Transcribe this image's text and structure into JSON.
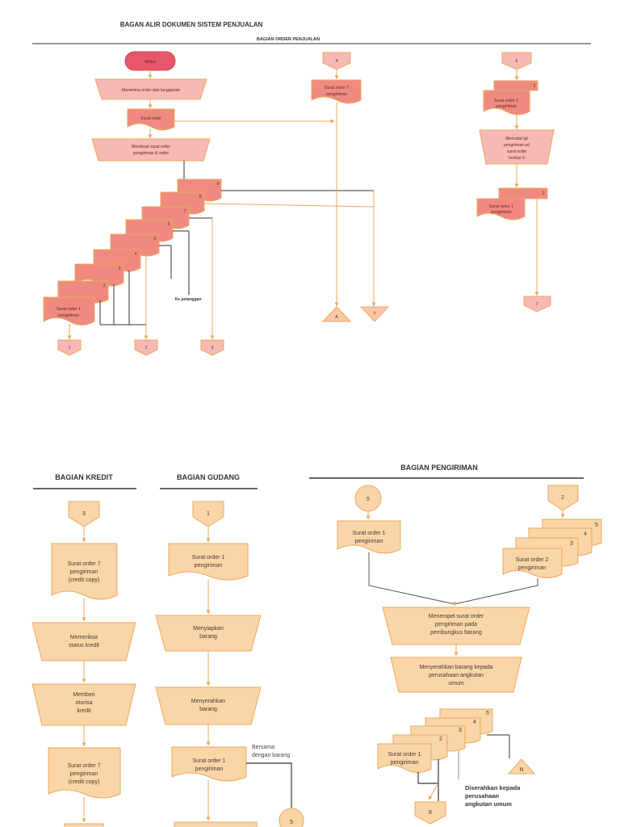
{
  "title": "BAGAN ALIR DOKUMEN SISTEM PENJUALAN",
  "sections": {
    "order": "BAGIAN ORDER PENJUALAN",
    "kredit": "BAGIAN KREDIT",
    "gudang": "BAGIAN GUDANG",
    "pengiriman": "BAGIAN PENGIRIMAN"
  },
  "order": {
    "start": "Mulai",
    "receive": "Menerima order dari langganan",
    "doc": "Surat order",
    "make": [
      "Membuat surat order",
      "pengiriman & order"
    ],
    "stack_nums": [
      "9",
      "8",
      "7",
      "6",
      "5",
      "4",
      "3",
      "2"
    ],
    "stack_bottom": [
      "Surat order 1",
      "pengiriman"
    ],
    "to_customer": "Ke pelanggan",
    "conn_out": [
      "1",
      "2",
      "3"
    ],
    "conn_in_4": "4",
    "doc7": [
      "Surat order 7",
      "pengiriman"
    ],
    "conn_A": "A",
    "conn_T": "T",
    "conn_in_6": "6",
    "doc_a_num": "2",
    "doc_a": [
      "Surat order 1",
      "pengiriman"
    ],
    "record": [
      "Mencatat tgl",
      "pengiriman pd",
      "surat order",
      "lembar 9"
    ],
    "doc_b_num": "2",
    "doc_b": [
      "Surat order 1",
      "pengiriman"
    ],
    "conn_7": "7"
  },
  "kredit": {
    "conn_in": "3",
    "doc1": [
      "Surat order 7",
      "pengiriman",
      "(credit copy)"
    ],
    "step1": [
      "Memeriksa",
      "status kredit"
    ],
    "step2": [
      "Memberi",
      "otorisa",
      "kredit"
    ],
    "doc2": [
      "Surat order 7",
      "pengiriman",
      "(credit copy)"
    ]
  },
  "gudang": {
    "conn_in": "1",
    "doc1": [
      "Surat order 1",
      "pengiriman"
    ],
    "step1": [
      "Menyiapkan",
      "barang"
    ],
    "step2": [
      "Menyerahkan",
      "barang"
    ],
    "doc2": [
      "Surat order 1",
      "pengiriman"
    ],
    "note": [
      "Bersama",
      "dengan barang"
    ],
    "conn_5": "5"
  },
  "pengiriman": {
    "conn_5": "5",
    "doc_left": [
      "Surat order 1",
      "pengiriman"
    ],
    "conn_2": "2",
    "stack_nums": [
      "5",
      "4",
      "3"
    ],
    "stack_front": [
      "Surat order 2",
      "pengiriman"
    ],
    "step1": [
      "Menempel surat order",
      "pengiriman pada",
      "pembungkus barang"
    ],
    "step2": [
      "Menyerahkan barang kepada",
      "perusahaan angkutan",
      "umum"
    ],
    "stack2_nums": [
      "5",
      "4",
      "3",
      "2"
    ],
    "stack2_front": [
      "Surat order 1",
      "pengiriman"
    ],
    "conn_N": "N",
    "handed": [
      "Diserahkan kepada",
      "perusahaan",
      "angkutan umum"
    ],
    "conn_6": "6"
  }
}
